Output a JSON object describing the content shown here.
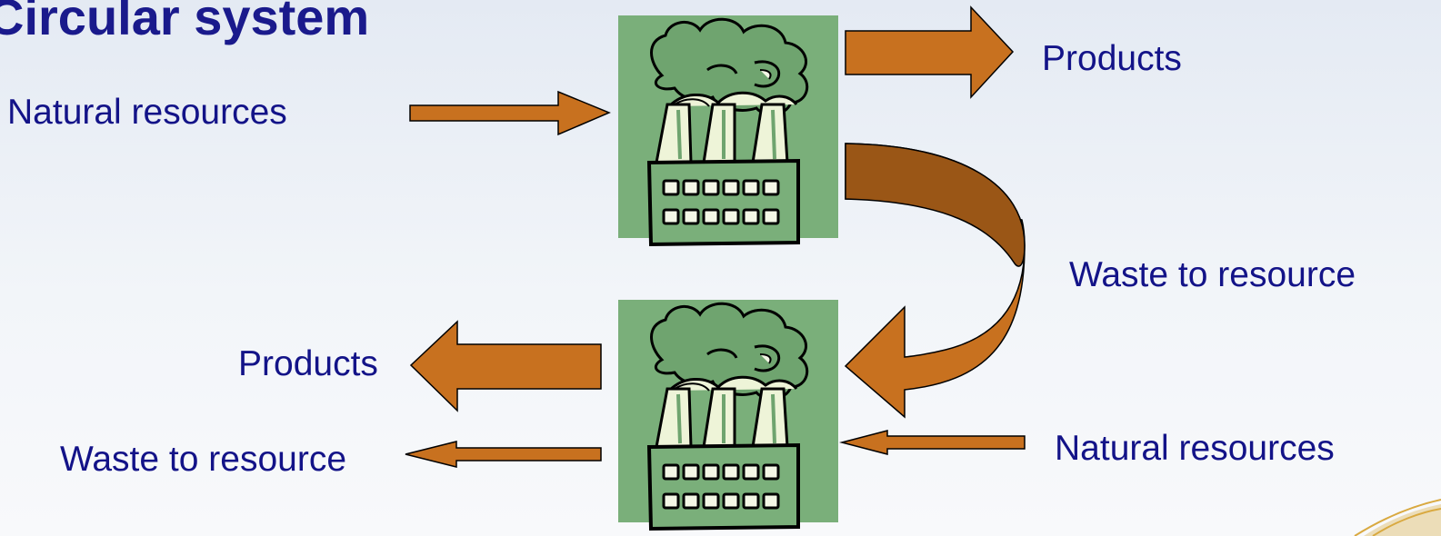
{
  "title": "Circular system",
  "labels": {
    "natural_resources_in": "Natural resources",
    "products_out_top": "Products",
    "waste_to_resource_loop": "Waste to resource",
    "products_out_bottom": "Products",
    "waste_to_resource_out": "Waste to resource",
    "natural_resources_in_bottom": "Natural resources"
  },
  "colors": {
    "arrow_fill": "#c8711f",
    "arrow_dark": "#9a5616",
    "factory_bg": "#7aaf7a",
    "smoke_fill": "#6fa46f",
    "text": "#131388",
    "title": "#1a1a8c"
  }
}
